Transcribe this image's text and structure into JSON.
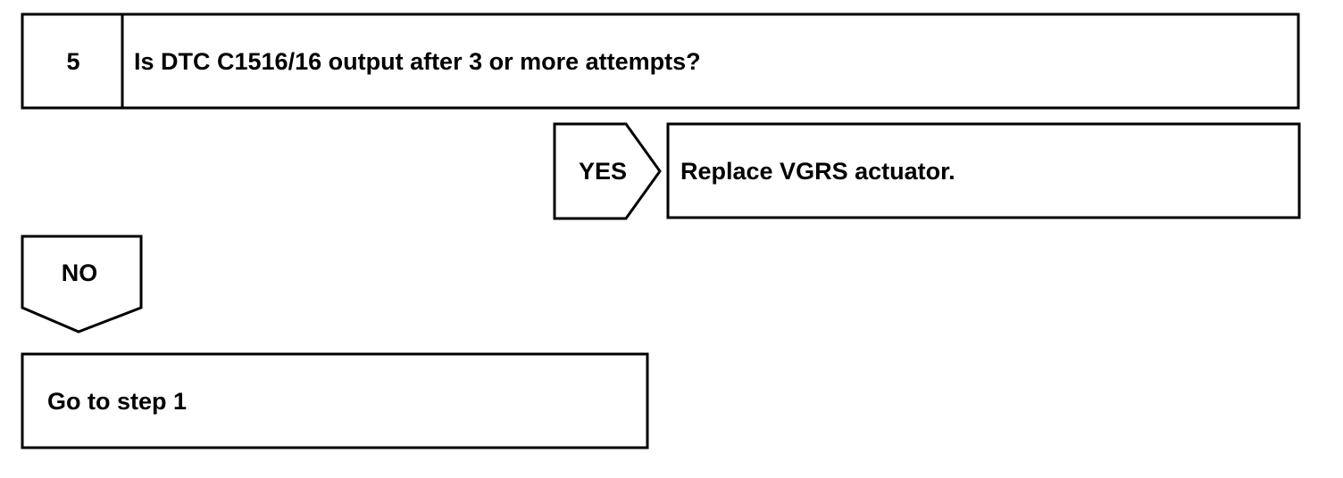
{
  "step": {
    "number": "5",
    "question": "Is DTC C1516/16 output after 3 or more attempts?"
  },
  "yes_branch": {
    "label": "YES",
    "action": "Replace VGRS actuator."
  },
  "no_branch": {
    "label": "NO",
    "action": "Go to step 1"
  },
  "colors": {
    "stroke": "#000000",
    "background": "#ffffff",
    "text": "#000000"
  }
}
